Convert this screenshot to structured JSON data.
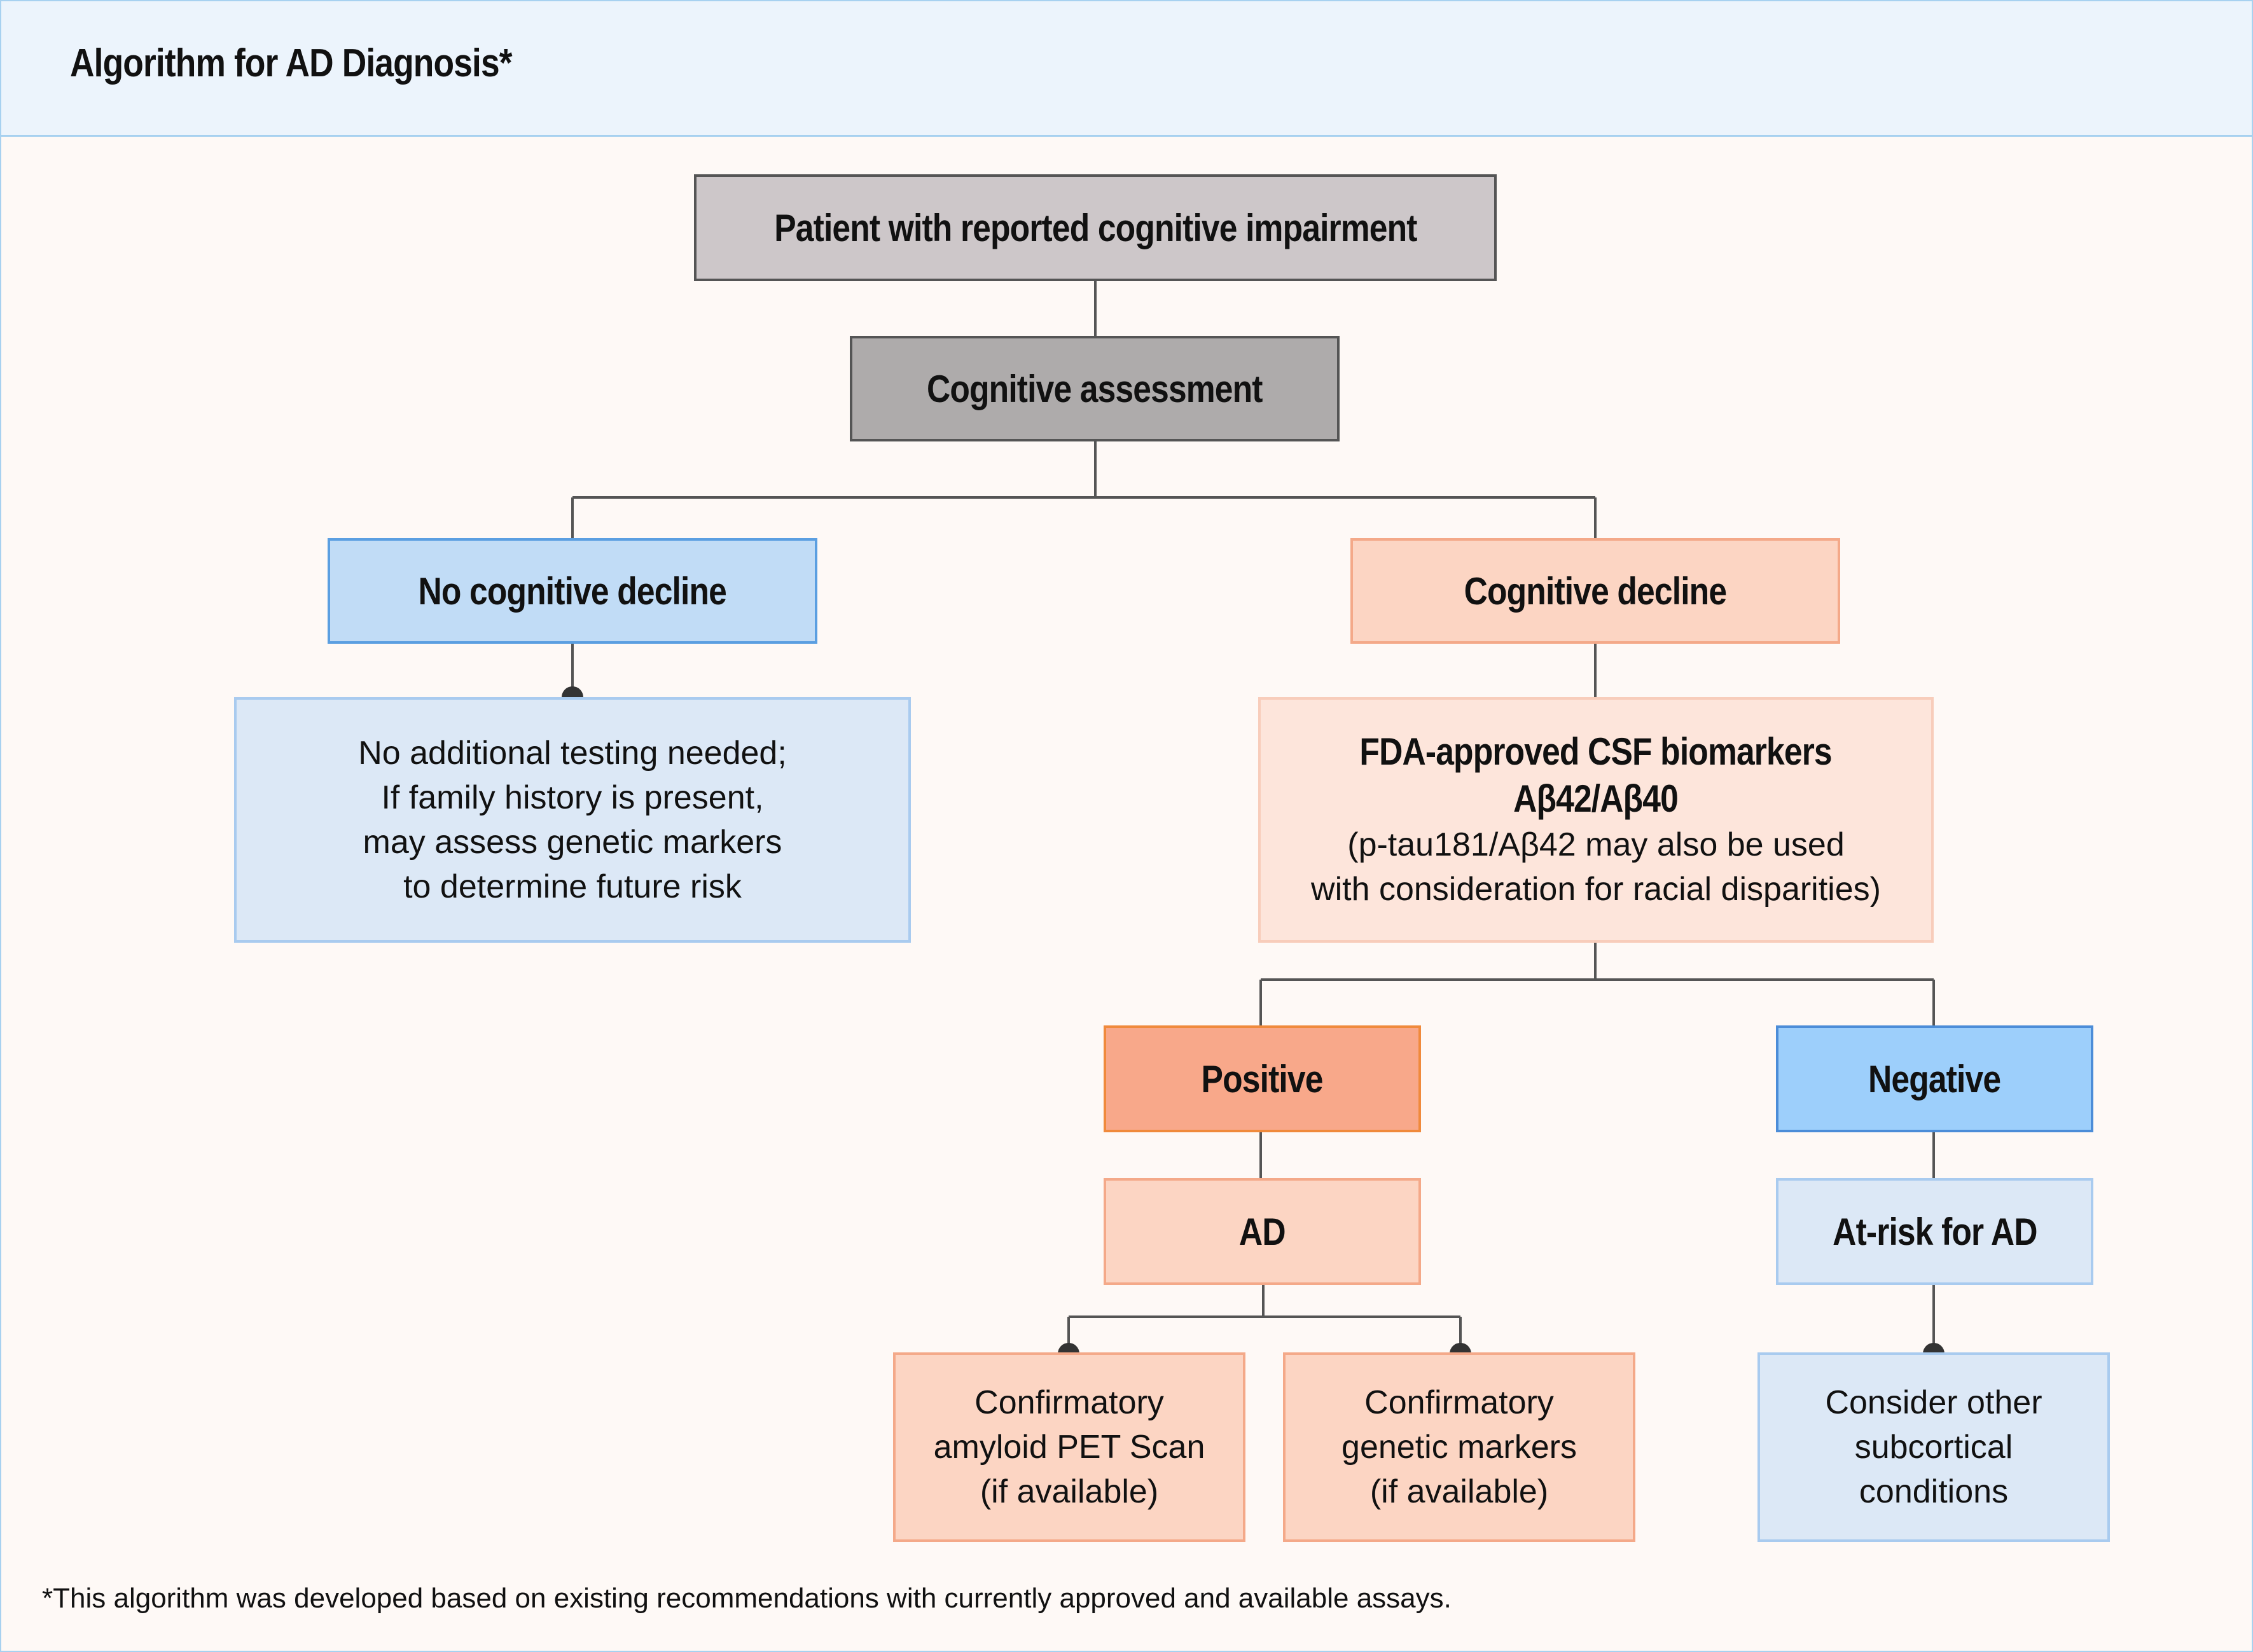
{
  "header": {
    "title": "Algorithm for AD Diagnosis*"
  },
  "nodes": {
    "patient": "Patient with reported cognitive impairment",
    "assessment": "Cognitive assessment",
    "no_decline": "No cognitive decline",
    "decline": "Cognitive decline",
    "no_testing": {
      "line1": "No additional testing needed;",
      "line2": "If family history is present,",
      "line3": "may assess genetic markers",
      "line4": "to determine future risk"
    },
    "biomarkers": {
      "line1": "FDA-approved CSF biomarkers",
      "line2": "Aβ42/Aβ40",
      "line3": "(p-tau181/Aβ42 may also be used",
      "line4": "with consideration for racial disparities)"
    },
    "positive": "Positive",
    "negative": "Negative",
    "ad": "AD",
    "at_risk": "At-risk for AD",
    "pet_scan": {
      "line1": "Confirmatory",
      "line2": "amyloid PET Scan",
      "line3": "(if available)"
    },
    "genetic": {
      "line1": "Confirmatory",
      "line2": "genetic markers",
      "line3": "(if available)"
    },
    "other_conditions": {
      "line1": "Consider other",
      "line2": "subcortical",
      "line3": "conditions"
    }
  },
  "footnote": "*This algorithm was developed based on existing recommendations with currently approved and available assays.",
  "colors": {
    "page_background": "#FEF9F6",
    "header_background": "#ECF4FC",
    "border_blue": "#A7D1F0",
    "patient_fill": "#CDC7C9",
    "assessment_fill": "#AEABAB",
    "no_decline_fill": "#C1DCF6",
    "decline_fill": "#FCD5C3",
    "light_blue_fill": "#DCE8F6",
    "light_peach_fill": "#FDE5DB",
    "positive_fill": "#F8A88A",
    "negative_fill": "#9DCFFB",
    "line": "#555555"
  }
}
